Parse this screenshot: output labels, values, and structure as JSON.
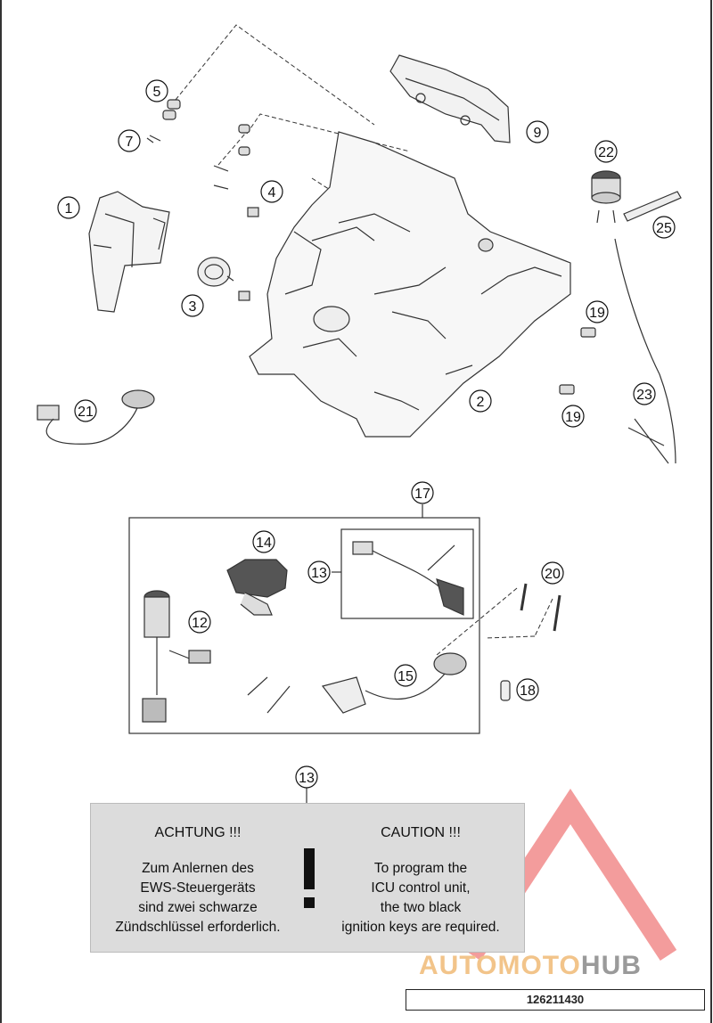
{
  "callouts": {
    "c1": "1",
    "c2": "2",
    "c3": "3",
    "c4": "4",
    "c5": "5",
    "c7": "7",
    "c9": "9",
    "c12": "12",
    "c13a": "13",
    "c13b": "13",
    "c14": "14",
    "c15": "15",
    "c17": "17",
    "c18": "18",
    "c19a": "19",
    "c19b": "19",
    "c20": "20",
    "c21": "21",
    "c22": "22",
    "c23": "23",
    "c25": "25"
  },
  "caution": {
    "de_title": "ACHTUNG !!!",
    "de_lines": [
      "Zum Anlernen des",
      "EWS-Steuergeräts",
      "sind zwei schwarze",
      "Zündschlüssel erforderlich."
    ],
    "en_title": "CAUTION !!!",
    "en_lines": [
      "To program the",
      "ICU control unit,",
      "the two black",
      "ignition keys are required."
    ]
  },
  "watermark": {
    "part1": "AUTOMOTO",
    "part2": "HUB"
  },
  "reference_number": "126211430"
}
